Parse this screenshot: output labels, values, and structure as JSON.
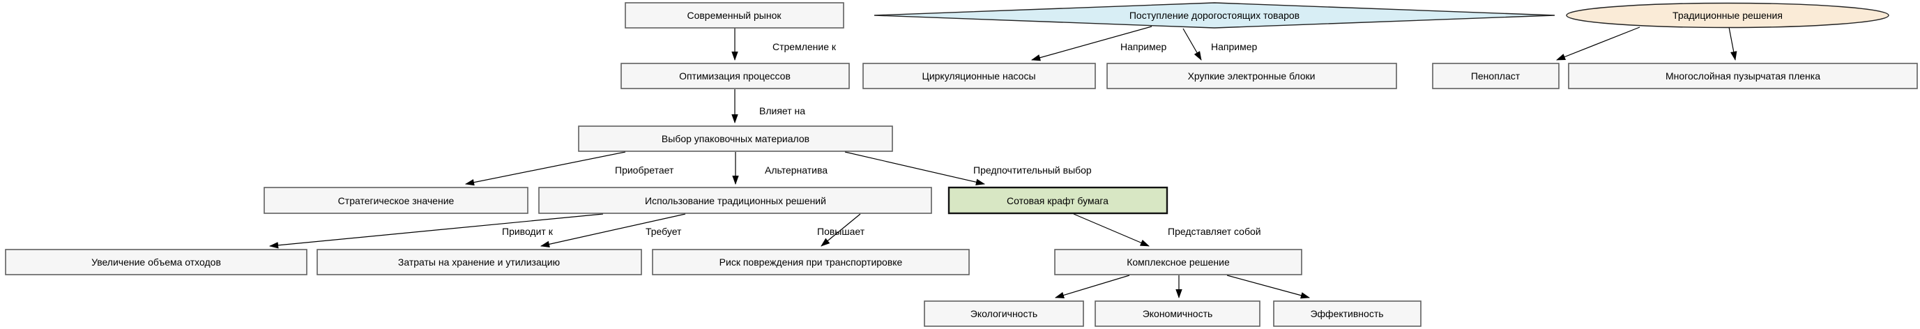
{
  "diagram": {
    "type": "flowchart",
    "colors": {
      "background": "#ffffff",
      "node_fill": "#f6f6f6",
      "node_border": "#5f5f5f",
      "diamond_fill": "#d8eef5",
      "ellipse_fill": "#faebd7",
      "highlight_fill": "#d8e7c4",
      "edge": "#000000"
    },
    "nodes": {
      "modern_market": {
        "label": "Современный рынок",
        "shape": "box"
      },
      "goods_arrival": {
        "label": "Поступление дорогостоящих товаров",
        "shape": "diamond"
      },
      "traditional_solutions": {
        "label": "Традиционные решения",
        "shape": "ellipse"
      },
      "process_optimization": {
        "label": "Оптимизация процессов",
        "shape": "box"
      },
      "circulation_pumps": {
        "label": "Циркуляционные насосы",
        "shape": "box"
      },
      "fragile_electronics": {
        "label": "Хрупкие электронные блоки",
        "shape": "box"
      },
      "foam": {
        "label": "Пенопласт",
        "shape": "box"
      },
      "bubble_wrap": {
        "label": "Многослойная пузырчатая пленка",
        "shape": "box"
      },
      "packaging_choice": {
        "label": "Выбор упаковочных материалов",
        "shape": "box"
      },
      "strategic_value": {
        "label": "Стратегическое значение",
        "shape": "box"
      },
      "traditional_usage": {
        "label": "Использование традиционных решений",
        "shape": "box"
      },
      "honeycomb_paper": {
        "label": "Сотовая крафт бумага",
        "shape": "box",
        "highlighted": true
      },
      "waste_increase": {
        "label": "Увеличение объема отходов",
        "shape": "box"
      },
      "storage_costs": {
        "label": "Затраты на хранение и утилизацию",
        "shape": "box"
      },
      "damage_risk": {
        "label": "Риск повреждения при транспортировке",
        "shape": "box"
      },
      "complex_solution": {
        "label": "Комплексное решение",
        "shape": "box"
      },
      "eco_friendliness": {
        "label": "Экологичность",
        "shape": "box"
      },
      "cost_efficiency": {
        "label": "Экономичность",
        "shape": "box"
      },
      "effectiveness": {
        "label": "Эффективность",
        "shape": "box"
      }
    },
    "edges": {
      "e1": {
        "from": "modern_market",
        "to": "process_optimization",
        "label": "Стремление к"
      },
      "e2": {
        "from": "goods_arrival",
        "to": "circulation_pumps",
        "label": "Например"
      },
      "e3": {
        "from": "goods_arrival",
        "to": "fragile_electronics",
        "label": "Например"
      },
      "e4": {
        "from": "traditional_solutions",
        "to": "foam",
        "label": ""
      },
      "e5": {
        "from": "traditional_solutions",
        "to": "bubble_wrap",
        "label": ""
      },
      "e6": {
        "from": "process_optimization",
        "to": "packaging_choice",
        "label": "Влияет на"
      },
      "e7": {
        "from": "packaging_choice",
        "to": "strategic_value",
        "label": "Приобретает"
      },
      "e8": {
        "from": "packaging_choice",
        "to": "traditional_usage",
        "label": "Альтернатива"
      },
      "e9": {
        "from": "packaging_choice",
        "to": "honeycomb_paper",
        "label": "Предпочтительный выбор"
      },
      "e10": {
        "from": "traditional_usage",
        "to": "waste_increase",
        "label": "Приводит к"
      },
      "e11": {
        "from": "traditional_usage",
        "to": "storage_costs",
        "label": "Требует"
      },
      "e12": {
        "from": "traditional_usage",
        "to": "damage_risk",
        "label": "Повышает"
      },
      "e13": {
        "from": "honeycomb_paper",
        "to": "complex_solution",
        "label": "Представляет собой"
      },
      "e14": {
        "from": "complex_solution",
        "to": "eco_friendliness",
        "label": ""
      },
      "e15": {
        "from": "complex_solution",
        "to": "cost_efficiency",
        "label": ""
      },
      "e16": {
        "from": "complex_solution",
        "to": "effectiveness",
        "label": ""
      }
    }
  }
}
